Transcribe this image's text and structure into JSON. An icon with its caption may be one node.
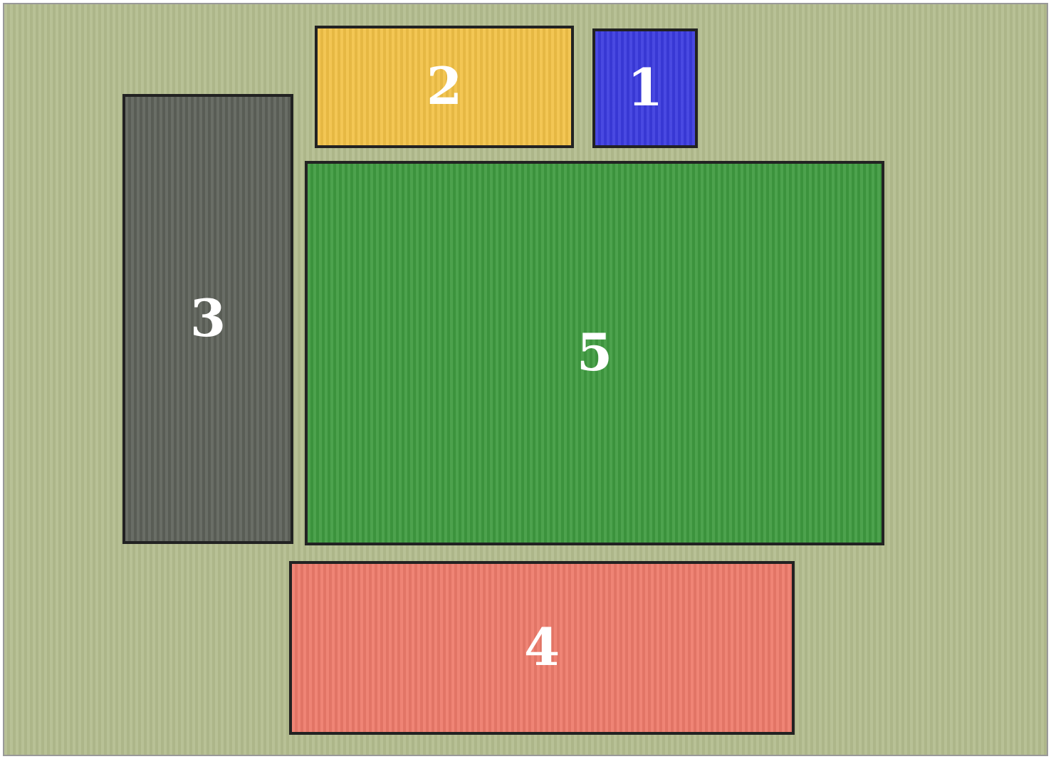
{
  "diagram": {
    "nodes": [
      {
        "text": [
          "2"
        ]
      },
      {
        "text": [
          "1"
        ]
      },
      {
        "text": [
          "3"
        ]
      },
      {
        "text": [
          "5"
        ]
      },
      {
        "text": [
          "4"
        ]
      }
    ],
    "edges": []
  }
}
